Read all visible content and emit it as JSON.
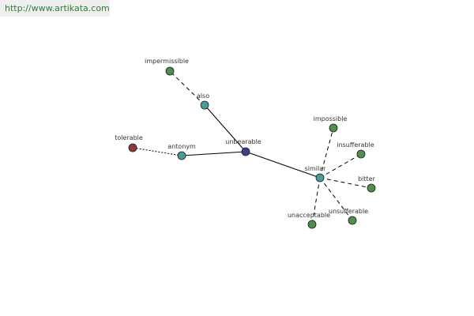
{
  "banner": {
    "url_text": "http://www.artikata.com"
  },
  "colors": {
    "center": "#3a3f8f",
    "relation": "#4a9a9a",
    "leaf": "#4e8f4e",
    "antonym_leaf": "#8b3a3a",
    "edge": "#000000"
  },
  "graph": {
    "nodes": [
      {
        "id": "unbearable",
        "label": "unbearable",
        "kind": "center"
      },
      {
        "id": "also",
        "label": "also",
        "kind": "relation"
      },
      {
        "id": "antonym",
        "label": "antonym",
        "kind": "relation"
      },
      {
        "id": "similar",
        "label": "similar",
        "kind": "relation"
      },
      {
        "id": "impermissible",
        "label": "impermissible",
        "kind": "leaf"
      },
      {
        "id": "tolerable",
        "label": "tolerable",
        "kind": "antonym_leaf"
      },
      {
        "id": "impossible",
        "label": "impossible",
        "kind": "leaf"
      },
      {
        "id": "insufferable",
        "label": "insufferable",
        "kind": "leaf"
      },
      {
        "id": "bitter",
        "label": "bitter",
        "kind": "leaf"
      },
      {
        "id": "unsufferable",
        "label": "unsufferable",
        "kind": "leaf"
      },
      {
        "id": "unacceptable",
        "label": "unacceptable",
        "kind": "leaf"
      }
    ],
    "edges": [
      {
        "from": "unbearable",
        "to": "also",
        "style": "solid"
      },
      {
        "from": "unbearable",
        "to": "antonym",
        "style": "solid"
      },
      {
        "from": "unbearable",
        "to": "similar",
        "style": "solid"
      },
      {
        "from": "also",
        "to": "impermissible",
        "style": "dashed"
      },
      {
        "from": "antonym",
        "to": "tolerable",
        "style": "dotted"
      },
      {
        "from": "similar",
        "to": "impossible",
        "style": "dashed"
      },
      {
        "from": "similar",
        "to": "insufferable",
        "style": "dashed"
      },
      {
        "from": "similar",
        "to": "bitter",
        "style": "dashed"
      },
      {
        "from": "similar",
        "to": "unsufferable",
        "style": "dashed"
      },
      {
        "from": "similar",
        "to": "unacceptable",
        "style": "dashed"
      }
    ]
  }
}
